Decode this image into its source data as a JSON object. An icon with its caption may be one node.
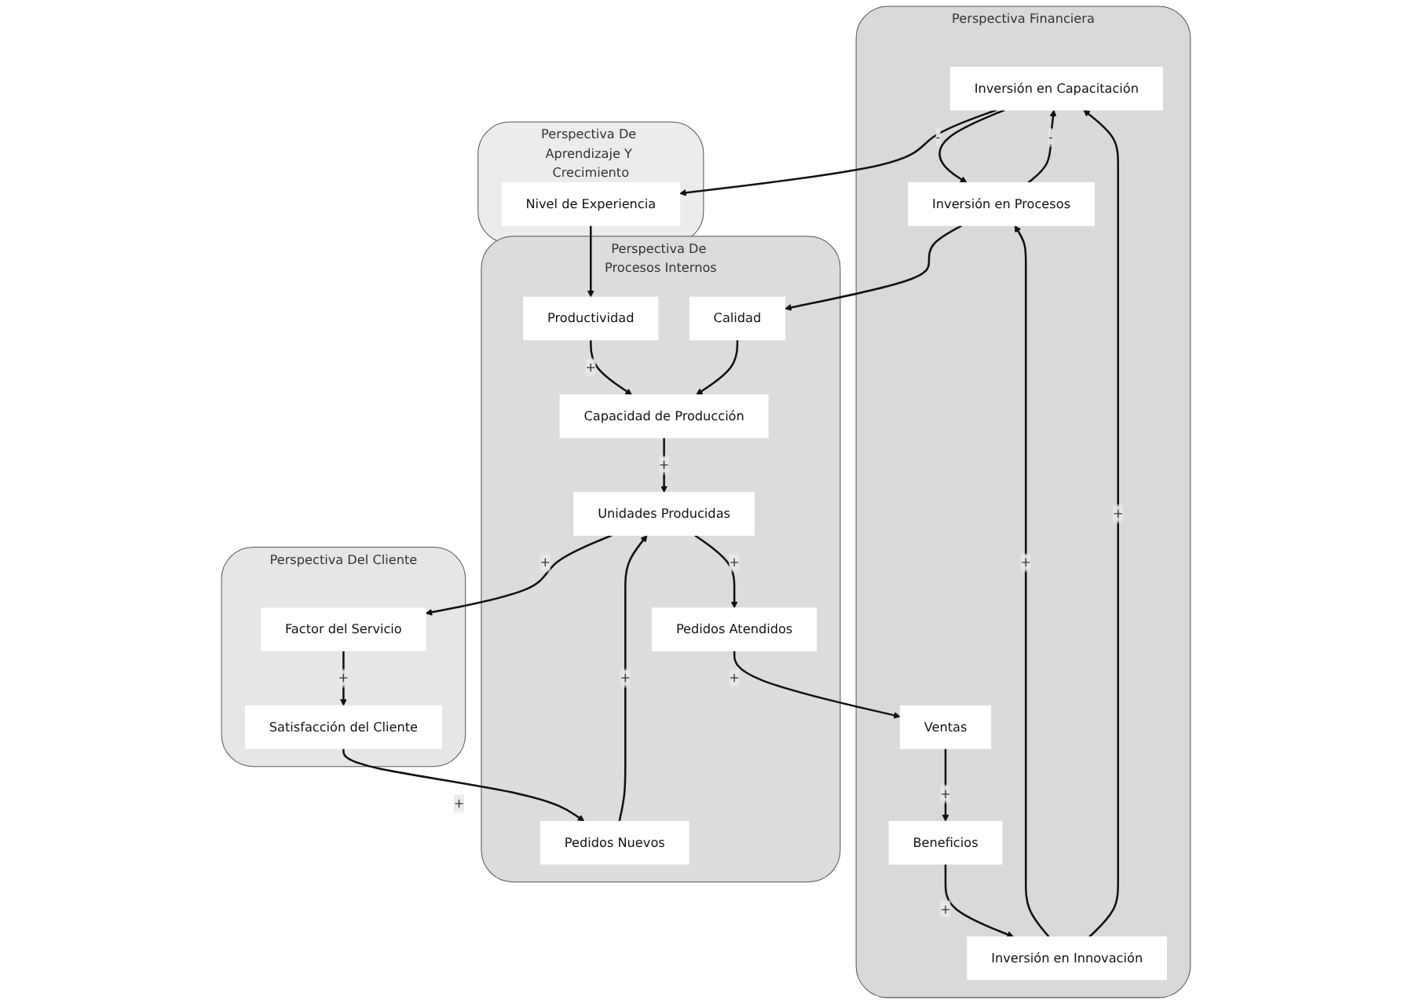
{
  "diagram": {
    "nodes": [
      {
        "text": [
          "Perspectiva Financiera"
        ]
      },
      {
        "text": [
          "Beneficios"
        ],
        "in": 0
      },
      {
        "text": [
          "Inversión en Innovación"
        ],
        "in": 0
      },
      {
        "text": [
          "Ventas"
        ],
        "in": 0
      },
      {
        "text": [
          "Inversión en Procesos"
        ],
        "in": 0
      },
      {
        "text": [
          "Inversión en Capacitación"
        ],
        "in": 0
      },
      {
        "text": [
          "Perspectiva Del Cliente"
        ]
      },
      {
        "text": [
          "Satisfacción del Cliente"
        ],
        "in": 6
      },
      {
        "text": [
          "Factor del Servicio"
        ],
        "in": 6
      },
      {
        "text": [
          "Perspectiva De Procesos Internos"
        ]
      },
      {
        "text": [
          "Pedidos Nuevos"
        ],
        "in": 9
      },
      {
        "text": [
          "Unidades Producidas"
        ],
        "in": 9
      },
      {
        "text": [
          "Pedidos Atendidos"
        ],
        "in": 9
      },
      {
        "text": [
          "Productividad"
        ],
        "in": 9
      },
      {
        "text": [
          "Calidad"
        ],
        "in": 9
      },
      {
        "text": [
          "Capacidad de Producción"
        ],
        "in": 9
      },
      {
        "text": [
          "Perspectiva De Aprendizaje Y Crecimiento"
        ]
      },
      {
        "text": [
          "Nivel de Experiencia"
        ],
        "in": 16
      }
    ],
    "edges": [
      {
        "from": 3,
        "to": 1,
        "arrow": "to",
        "label": "+"
      },
      {
        "from": 1,
        "to": 2,
        "arrow": "to",
        "label": "+"
      },
      {
        "from": 2,
        "to": 4,
        "arrow": "to",
        "label": "+"
      },
      {
        "from": 2,
        "to": 5,
        "arrow": "to",
        "label": "+"
      },
      {
        "from": 5,
        "to": 4,
        "arrow": "to",
        "label": "-"
      },
      {
        "from": 4,
        "to": 5,
        "arrow": "to",
        "label": "-"
      },
      {
        "from": 4,
        "to": 14,
        "arrow": "to"
      },
      {
        "from": 5,
        "to": 17,
        "arrow": "to"
      },
      {
        "from": 8,
        "to": 7,
        "arrow": "to",
        "label": "+"
      },
      {
        "from": 7,
        "to": 10,
        "arrow": "to",
        "label": "+"
      },
      {
        "from": 10,
        "to": 11,
        "arrow": "to",
        "label": "+"
      },
      {
        "from": 11,
        "to": 12,
        "arrow": "to",
        "label": "+"
      },
      {
        "from": 11,
        "to": 8,
        "arrow": "to",
        "label": "+"
      },
      {
        "from": 12,
        "to": 3,
        "arrow": "to",
        "label": "+"
      },
      {
        "from": 13,
        "to": 15,
        "arrow": "to",
        "label": "+"
      },
      {
        "from": 14,
        "to": 15,
        "arrow": "to"
      },
      {
        "from": 15,
        "to": 11,
        "arrow": "to",
        "label": "+"
      },
      {
        "from": 17,
        "to": 13,
        "arrow": "to"
      }
    ]
  }
}
